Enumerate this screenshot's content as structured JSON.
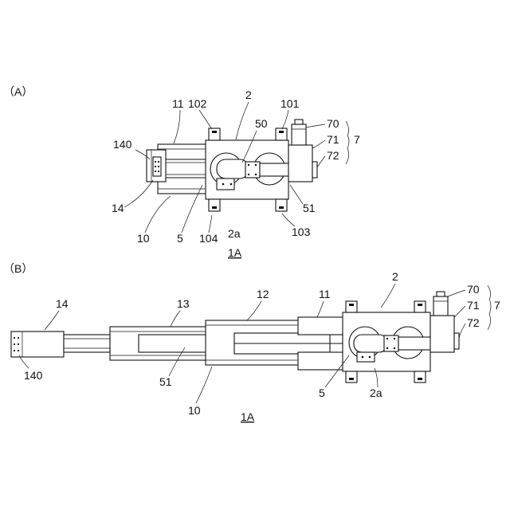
{
  "figure_a": {
    "panel_label": "（A）",
    "caption": "1A",
    "labels": {
      "l11": "11",
      "l102": "102",
      "l2": "2",
      "l101": "101",
      "l70": "70",
      "l71": "71",
      "l72": "72",
      "l7": "7",
      "l140": "140",
      "l50": "50",
      "l14": "14",
      "l51": "51",
      "l10": "10",
      "l5": "5",
      "l104": "104",
      "l2a": "2a",
      "l103": "103"
    }
  },
  "figure_b": {
    "panel_label": "（B）",
    "caption": "1A",
    "labels": {
      "l14": "14",
      "l13": "13",
      "l12": "12",
      "l11": "11",
      "l2": "2",
      "l70": "70",
      "l71": "71",
      "l7": "7",
      "l72": "72",
      "l140": "140",
      "l51": "51",
      "l5": "5",
      "l2a": "2a",
      "l10": "10"
    }
  }
}
